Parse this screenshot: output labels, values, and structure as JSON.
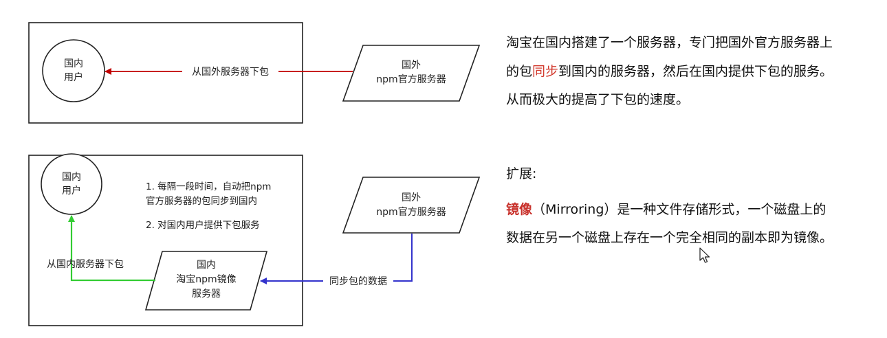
{
  "top_diagram": {
    "user_node": {
      "line1": "国内",
      "line2": "用户"
    },
    "foreign_server_node": {
      "line1": "国外",
      "line2": "npm官方服务器"
    },
    "download_edge_label": "从国外服务器下包"
  },
  "bottom_diagram": {
    "user_node": {
      "line1": "国内",
      "line2": "用户"
    },
    "foreign_server_node": {
      "line1": "国外",
      "line2": "npm官方服务器"
    },
    "mirror_node": {
      "line1": "国内",
      "line2": "淘宝npm镜像",
      "line3": "服务器"
    },
    "note1_line1": "1. 每隔一段时间，自动把npm",
    "note1_line2": "官方服务器的包同步到国内",
    "note2": "2. 对国内用户提供下包服务",
    "download_edge_label": "从国内服务器下包",
    "sync_edge_label": "同步包的数据"
  },
  "text_panel": {
    "para1_line1": "淘宝在国内搭建了一个服务器，专门把国外官方服务器上",
    "para1_line2_pre": "的包",
    "para1_line2_hl": "同步",
    "para1_line2_post": "到国内的服务器，然后在国内提供下包的服务。",
    "para1_line3": "从而极大的提高了下包的速度。",
    "ext_heading": "扩展:",
    "para2_term": "镜像",
    "para2_line1_rest": "（Mirroring）是一种文件存储形式，一个磁盘上的",
    "para2_line2": "数据在另一个磁盘上存在一个完全相同的副本即为镜像。"
  },
  "colors": {
    "red_arrow": "#c00000",
    "green_arrow": "#33cc33",
    "blue_arrow": "#3333cc",
    "highlight": "#d23a2e"
  }
}
